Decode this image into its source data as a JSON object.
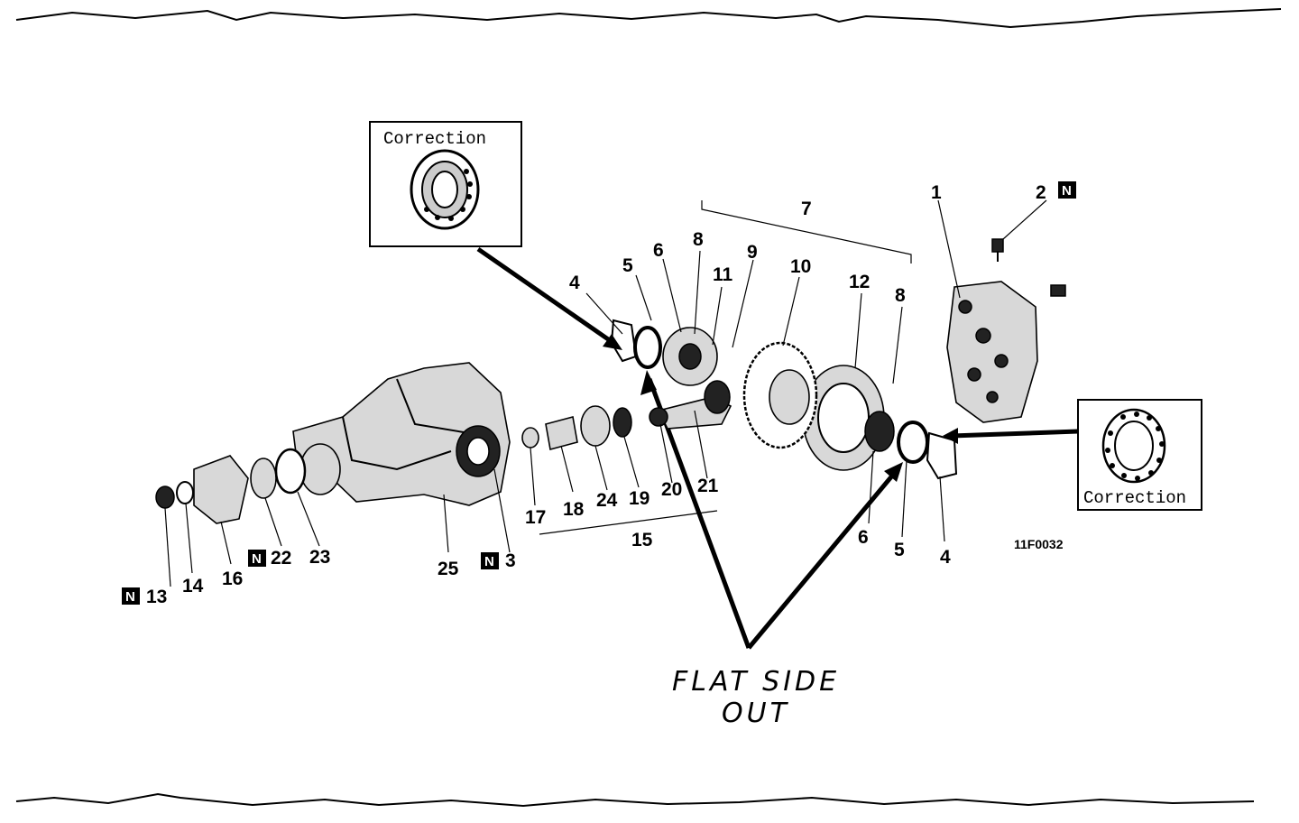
{
  "correction_boxes": [
    {
      "id": "left",
      "label": "Correction"
    },
    {
      "id": "right",
      "label": "Correction"
    }
  ],
  "labels": {
    "p1": "1",
    "p2": "2",
    "p3": "3",
    "p4a": "4",
    "p4b": "4",
    "p5a": "5",
    "p5b": "5",
    "p6a": "6",
    "p6b": "6",
    "p7": "7",
    "p8a": "8",
    "p8b": "8",
    "p9": "9",
    "p10": "10",
    "p11": "11",
    "p12": "12",
    "p13": "13",
    "p14": "14",
    "p15": "15",
    "p16": "16",
    "p17": "17",
    "p18": "18",
    "p19": "19",
    "p20": "20",
    "p21": "21",
    "p22": "22",
    "p23": "23",
    "p24": "24",
    "p25": "25"
  },
  "badge_letter": "N",
  "annotation": {
    "line1": "FLAT SIDE",
    "line2": "OUT"
  },
  "figure_code": "11F0032"
}
